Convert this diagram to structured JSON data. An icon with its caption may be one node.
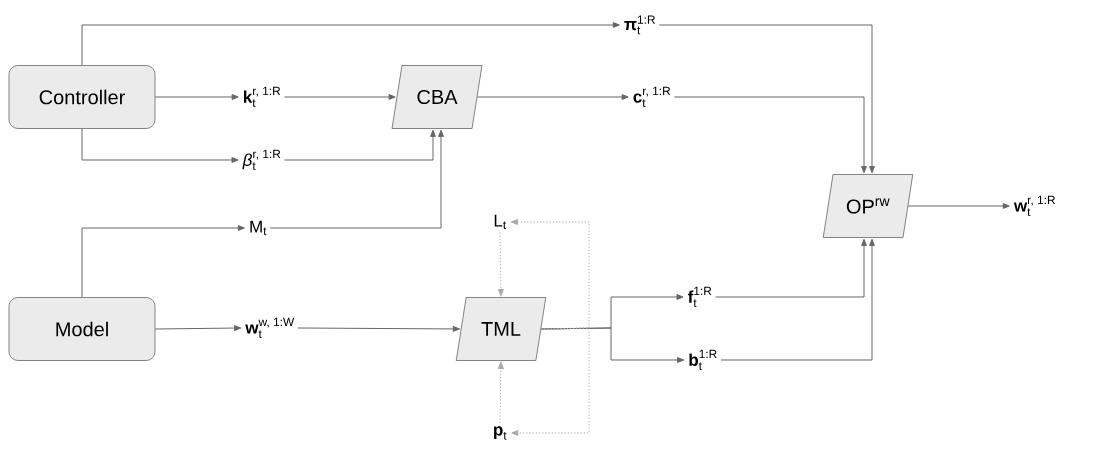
{
  "diagram": {
    "nodes": [
      {
        "text": [
          "Controller"
        ]
      },
      {
        "text": [
          "Model"
        ]
      },
      {
        "text": [
          "CBA"
        ]
      },
      {
        "text": [
          "TML"
        ]
      },
      {
        "text": [
          "OP$^{rw}$"
        ]
      },
      {
        "text": [
          "\\textbf{π}_{\\text{t}}^{\\text{1:R}}"
        ]
      },
      {
        "text": [
          "\\textbf{k}_{\\text{t}}^{\\text{r, 1:R}}"
        ]
      },
      {
        "text": [
          "\\textbf{c}_{\\text{t}}^{\\text{r, 1:R}}"
        ]
      },
      {
        "text": [
          "\\textit{β}_{\\text{t}}^{\\text{r, 1:R}}"
        ]
      },
      {
        "text": [
          "\\text{M}_{\\text{t}}"
        ]
      },
      {
        "text": [
          "\\text{L}_{\\text{t}}"
        ]
      },
      {
        "text": [
          "\\textbf{w}_{\\text{t}}^{\\text{w, 1:W}}"
        ]
      },
      {
        "text": [
          "\\textbf{f}_{\\text{t}}^{\\text{1:R}}"
        ]
      },
      {
        "text": [
          "\\textbf{b}_{\\text{t}}^{\\text{1:R}}"
        ]
      },
      {
        "text": [
          "\\textbf{p}_{\\text{t}}"
        ]
      },
      {
        "text": [
          "\\textbf{w}_{\\text{t}}^{\\text{r, 1:R}}"
        ]
      }
    ],
    "edges": [
      {
        "from": 0,
        "to": 5,
        "arrow": "to"
      },
      {
        "from": 0,
        "to": 6,
        "arrow": "to"
      },
      {
        "from": 0,
        "to": 8,
        "arrow": "to"
      },
      {
        "from": 6,
        "to": 2,
        "arrow": "to"
      },
      {
        "from": 8,
        "to": 2,
        "arrow": "to"
      },
      {
        "from": 9,
        "to": 2,
        "arrow": "to"
      },
      {
        "from": 2,
        "to": 7,
        "arrow": "to"
      },
      {
        "from": 5,
        "to": 4,
        "arrow": "to"
      },
      {
        "from": 7,
        "to": 4,
        "arrow": "to"
      },
      {
        "from": 4,
        "to": 15,
        "arrow": "to"
      },
      {
        "from": 1,
        "to": 9,
        "arrow": "to"
      },
      {
        "from": 1,
        "to": 11,
        "arrow": "to"
      },
      {
        "from": 11,
        "to": 3,
        "arrow": "to"
      },
      {
        "from": 3,
        "to": 12,
        "arrow": "to"
      },
      {
        "from": 3,
        "to": 13,
        "arrow": "to"
      },
      {
        "from": 12,
        "to": 4,
        "arrow": "to"
      },
      {
        "from": 13,
        "to": 4,
        "arrow": "to"
      },
      {
        "from": 10,
        "to": 3,
        "arrow": "to",
        "style": "dashed",
        "color": "#aaaaaa"
      },
      {
        "from": 14,
        "to": 3,
        "arrow": "to",
        "style": "dashed",
        "color": "#aaaaaa"
      },
      {
        "from": 3,
        "to": 10,
        "arrow": "to",
        "style": "dashed",
        "color": "#aaaaaa"
      },
      {
        "from": 3,
        "to": 14,
        "arrow": "to",
        "style": "dashed",
        "color": "#aaaaaa"
      }
    ]
  }
}
